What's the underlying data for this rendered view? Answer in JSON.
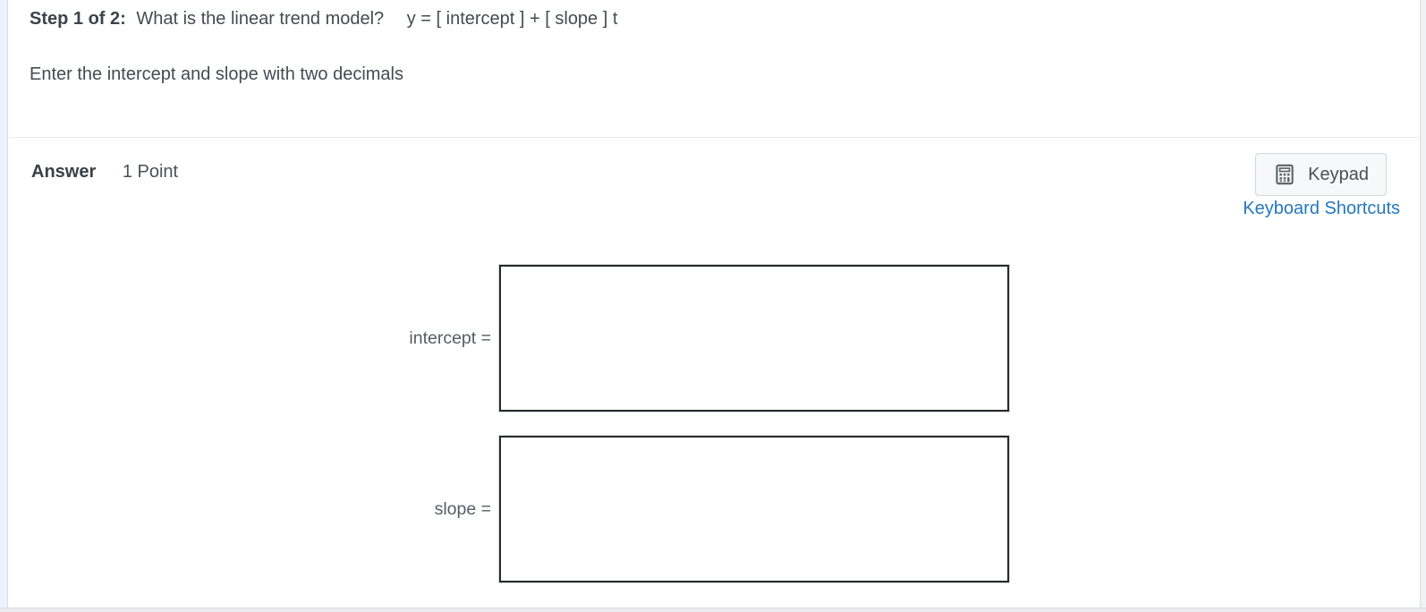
{
  "question": {
    "step_label": "Step 1 of 2:",
    "step_text": "What is the linear trend model?",
    "formula": "y = [ intercept ] + [ slope ] t",
    "instruction": "Enter the intercept and slope with two decimals"
  },
  "answer_section": {
    "answer_label": "Answer",
    "points_label": "1 Point",
    "keypad_button_label": "Keypad",
    "keypad_icon": "calculator-keypad-icon",
    "keyboard_shortcuts_link": "Keyboard Shortcuts"
  },
  "fields": [
    {
      "name": "intercept",
      "label": "intercept =",
      "value": "",
      "placeholder": ""
    },
    {
      "name": "slope",
      "label": "slope =",
      "value": "",
      "placeholder": ""
    }
  ],
  "colors": {
    "link_blue": "#2478bd",
    "heading_text": "#3d434a",
    "body_text": "#454b52",
    "label_gray": "#565d64",
    "button_bg": "#f7f8f9",
    "button_border": "#d3d7db",
    "box_border": "#26292e",
    "divider": "#e8e9eb",
    "left_gutter_bg": "#eef2fc"
  }
}
